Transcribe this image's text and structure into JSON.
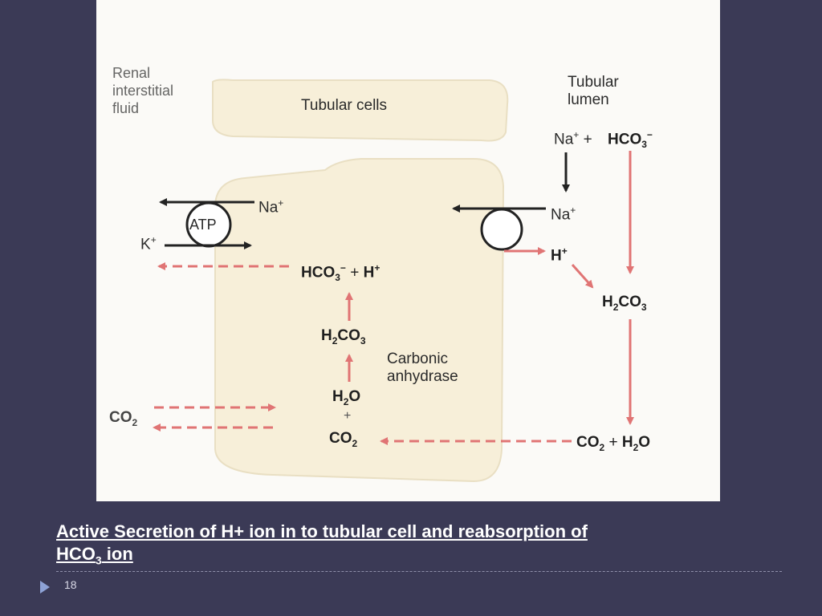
{
  "figure": {
    "interstitial_label": [
      "Renal",
      "interstitial",
      "fluid"
    ],
    "cell_label": "Tubular cells",
    "lumen_label": [
      "Tubular",
      "lumen"
    ],
    "atp_label": "ATP",
    "na_plus": "Na",
    "k_plus": "K",
    "h_plus": "H",
    "plus": "+",
    "minus": "−",
    "hco3": "HCO",
    "h2co3_a": "H",
    "h2co3_b": "CO",
    "co2": "CO",
    "h2o_a": "H",
    "h2o_b": "O",
    "sub2": "2",
    "sub3": "3",
    "enzyme_label": [
      "Carbonic",
      "anhydrase"
    ]
  },
  "caption": {
    "line1": "Active Secretion of H+ ion in to tubular cell and reabsorption of",
    "line2a": "HCO",
    "line2sub": "3",
    "line2b": " ion"
  },
  "slide_number": "18",
  "colors": {
    "background": "#3b3a56",
    "figure_bg": "#fbfaf7",
    "cell_fill": "#f7efd9",
    "red_arrow": "#e07474",
    "black_arrow": "#222222"
  }
}
